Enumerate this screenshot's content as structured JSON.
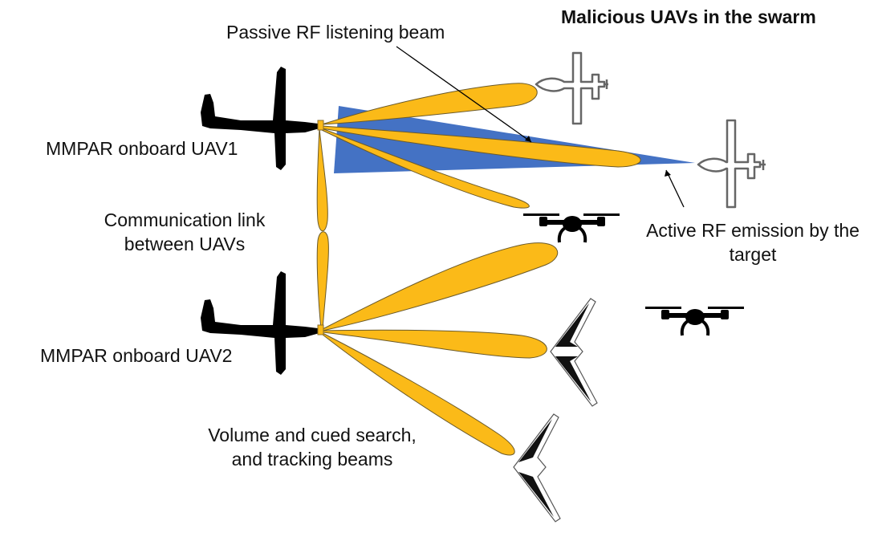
{
  "title": "Malicious UAVs in the swarm",
  "labels": {
    "passive_beam": "Passive RF listening beam",
    "uav1": "MMPAR onboard UAV1",
    "uav2": "MMPAR onboard UAV2",
    "comm_link_line1": "Communication link",
    "comm_link_line2": "between UAVs",
    "active_emission_line1": "Active RF emission by the",
    "active_emission_line2": "target",
    "search_beams_line1": "Volume and cued search,",
    "search_beams_line2": "and tracking beams"
  },
  "colors": {
    "beam_fill": "#FBBA18",
    "emission_fill": "#4472C4",
    "silhouette": "#000000"
  },
  "elements": {
    "own_uavs": [
      "glider-uav1",
      "glider-uav2"
    ],
    "targets": [
      "fixed-wing-uav-1",
      "fixed-wing-uav-2",
      "quadcopter-1",
      "quadcopter-2",
      "flying-wing-1",
      "flying-wing-2"
    ]
  }
}
